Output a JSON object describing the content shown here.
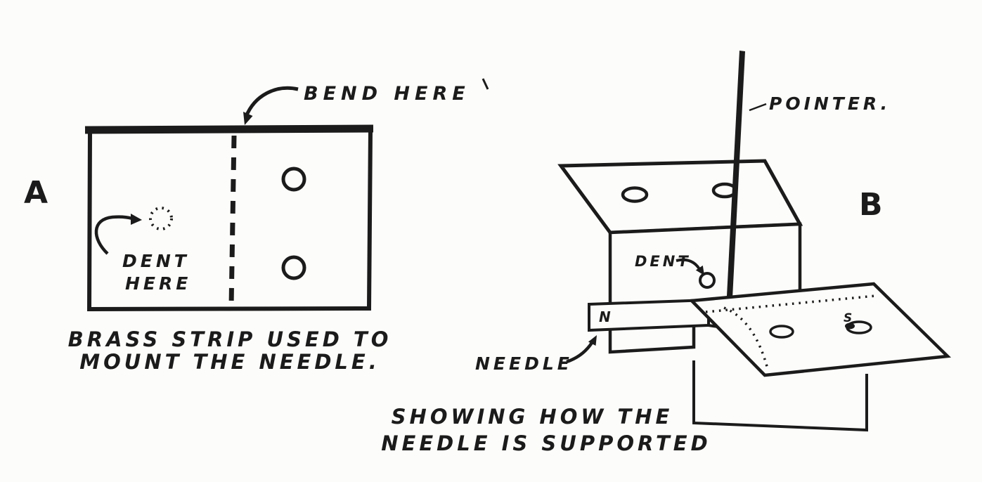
{
  "page": {
    "background": "#fcfcfa",
    "ink": "#1b1b1b"
  },
  "figure_a": {
    "label": "A",
    "bend_here_label": "BEND HERE",
    "dent_line1": "DENT",
    "dent_line2": "HERE",
    "caption_line1": "BRASS STRIP USED TO",
    "caption_line2": "MOUNT THE NEEDLE."
  },
  "figure_b": {
    "label": "B",
    "pointer_label": "POINTER.",
    "dent_label": "DENT",
    "needle_label": "NEEDLE",
    "north_marker": "N",
    "south_marker": "S",
    "caption_line1": "SHOWING HOW THE",
    "caption_line2": "NEEDLE IS SUPPORTED"
  }
}
